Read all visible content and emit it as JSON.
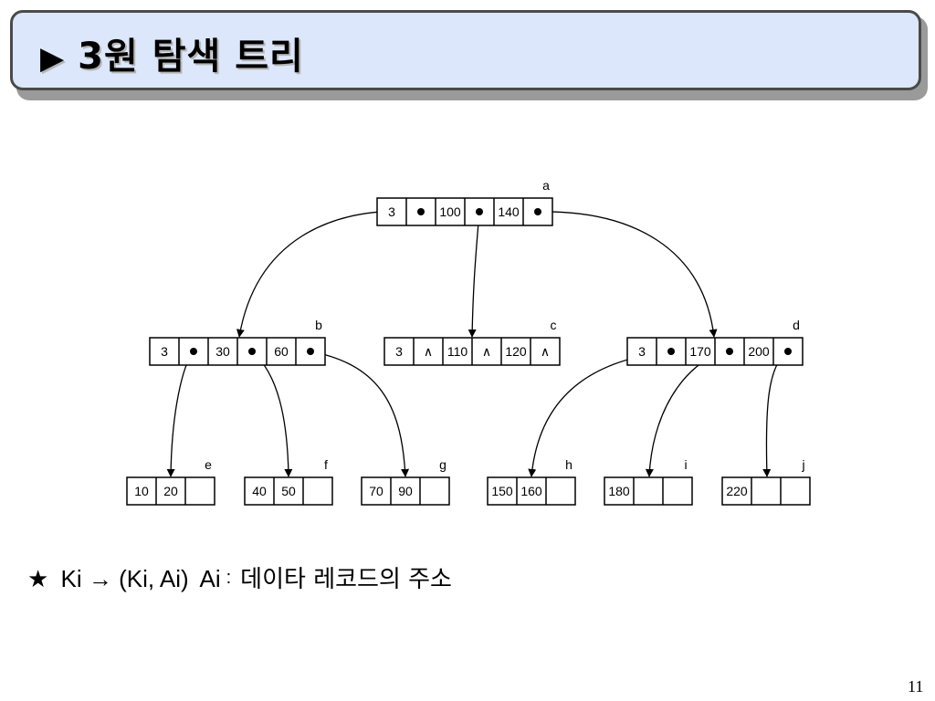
{
  "slide": {
    "title_marker": "▶",
    "title": "3원 탐색 트리",
    "note": {
      "star": "★",
      "mapping": "Ki → (Ki, Ai)",
      "ai_label": "Ai",
      "colon": ":",
      "ai_desc": "데이타 레코드의 주소"
    },
    "page_number": "11"
  },
  "diagram": {
    "null_symbol": "∧",
    "nodes": [
      {
        "id": "a",
        "label": "a",
        "cells": [
          "3",
          "•",
          "100",
          "•",
          "140",
          "•"
        ]
      },
      {
        "id": "b",
        "label": "b",
        "cells": [
          "3",
          "•",
          "30",
          "•",
          "60",
          "•"
        ]
      },
      {
        "id": "c",
        "label": "c",
        "cells": [
          "3",
          "∧",
          "110",
          "∧",
          "120",
          "∧"
        ]
      },
      {
        "id": "d",
        "label": "d",
        "cells": [
          "3",
          "•",
          "170",
          "•",
          "200",
          "•"
        ]
      },
      {
        "id": "e",
        "label": "e",
        "cells": [
          "10",
          "20",
          ""
        ]
      },
      {
        "id": "f",
        "label": "f",
        "cells": [
          "40",
          "50",
          ""
        ]
      },
      {
        "id": "g",
        "label": "g",
        "cells": [
          "70",
          "90",
          ""
        ]
      },
      {
        "id": "h",
        "label": "h",
        "cells": [
          "150",
          "160",
          ""
        ]
      },
      {
        "id": "i",
        "label": "i",
        "cells": [
          "180",
          "",
          ""
        ]
      },
      {
        "id": "j",
        "label": "j",
        "cells": [
          "220",
          "",
          ""
        ]
      }
    ],
    "edges": [
      {
        "from": "a",
        "slot": 1,
        "to": "b"
      },
      {
        "from": "a",
        "slot": 3,
        "to": "c"
      },
      {
        "from": "a",
        "slot": 5,
        "to": "d"
      },
      {
        "from": "b",
        "slot": 1,
        "to": "e"
      },
      {
        "from": "b",
        "slot": 3,
        "to": "f"
      },
      {
        "from": "b",
        "slot": 5,
        "to": "g"
      },
      {
        "from": "d",
        "slot": 1,
        "to": "h"
      },
      {
        "from": "d",
        "slot": 3,
        "to": "i"
      },
      {
        "from": "d",
        "slot": 5,
        "to": "j"
      }
    ]
  }
}
